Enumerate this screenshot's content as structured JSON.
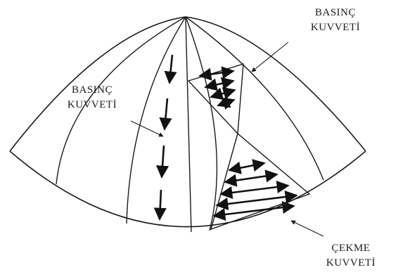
{
  "labels": {
    "top_right": [
      "BASINÇ",
      "KUVVETİ"
    ],
    "left": [
      "BASINÇ",
      "KUVVETİ"
    ],
    "bottom_right": [
      "ÇEKME",
      "KUVVETİ"
    ]
  },
  "colors": {
    "ink": "#1a1a1a",
    "arrow": "#111111",
    "background": "#ffffff"
  }
}
